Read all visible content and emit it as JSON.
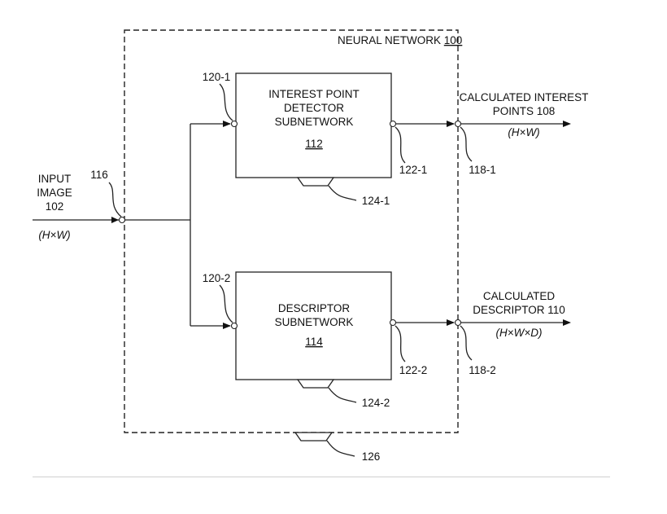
{
  "diagram": {
    "network_label": "NEURAL NETWORK",
    "network_ref": "100",
    "interest_box": {
      "line1": "INTEREST POINT",
      "line2": "DETECTOR",
      "line3": "SUBNETWORK",
      "ref": "112"
    },
    "descriptor_box": {
      "line1": "DESCRIPTOR",
      "line2": "SUBNETWORK",
      "ref": "114"
    },
    "input": {
      "line1": "INPUT",
      "line2": "IMAGE",
      "line3": "102",
      "dims": "(H×W)"
    },
    "output_interest": {
      "line1": "CALCULATED INTEREST",
      "line2": "POINTS 108",
      "dims": "(H×W)"
    },
    "output_descriptor": {
      "line1": "CALCULATED",
      "line2": "DESCRIPTOR 110",
      "dims": "(H×W×D)"
    },
    "refs": {
      "r116": "116",
      "r120_1": "120-1",
      "r120_2": "120-2",
      "r122_1": "122-1",
      "r122_2": "122-2",
      "r118_1": "118-1",
      "r118_2": "118-2",
      "r124_1": "124-1",
      "r124_2": "124-2",
      "r126": "126"
    }
  }
}
